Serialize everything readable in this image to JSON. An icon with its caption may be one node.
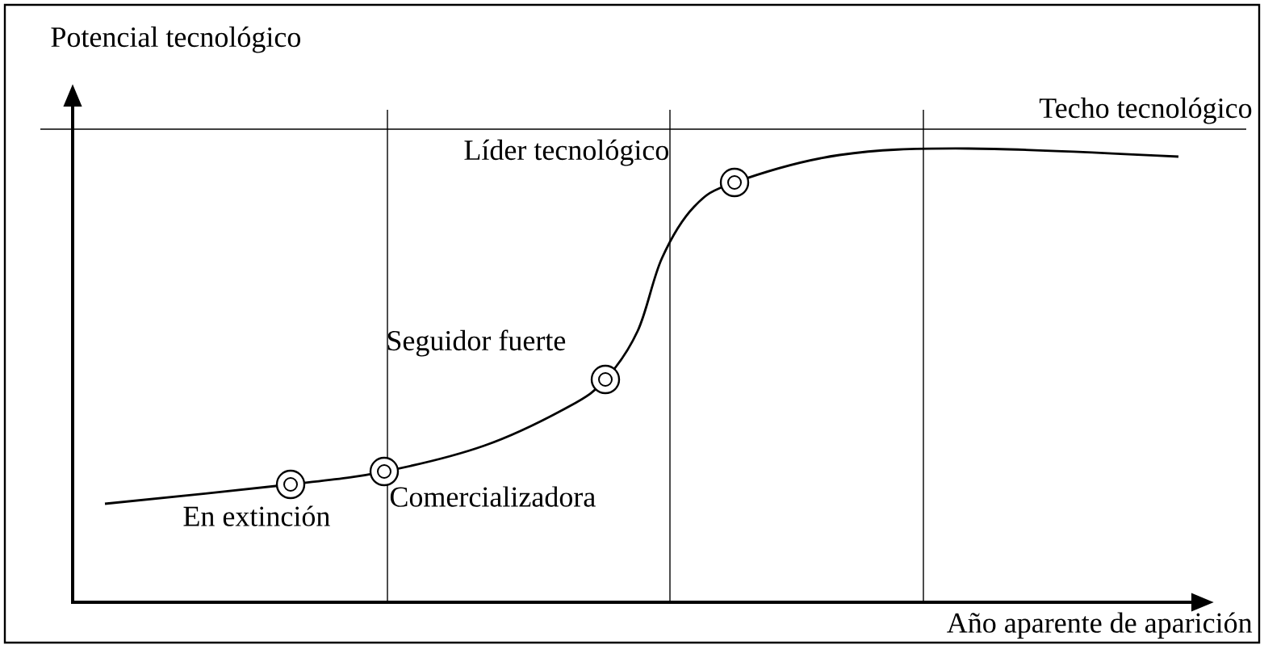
{
  "diagram": {
    "nodes": [
      {
        "text": [],
        "shape": "circle",
        "beside": [
          "En extinción"
        ]
      },
      {
        "text": [],
        "shape": "circle",
        "beside": [
          "Comercializadora"
        ]
      },
      {
        "text": [],
        "shape": "circle",
        "beside": [
          "Seguidor fuerte"
        ]
      },
      {
        "text": [],
        "shape": "circle",
        "beside": [
          "Líder tecnológico"
        ]
      }
    ],
    "labels": [
      "Potencial tecnológico",
      "Techo tecnológico",
      "Año aparente de aparición"
    ]
  }
}
